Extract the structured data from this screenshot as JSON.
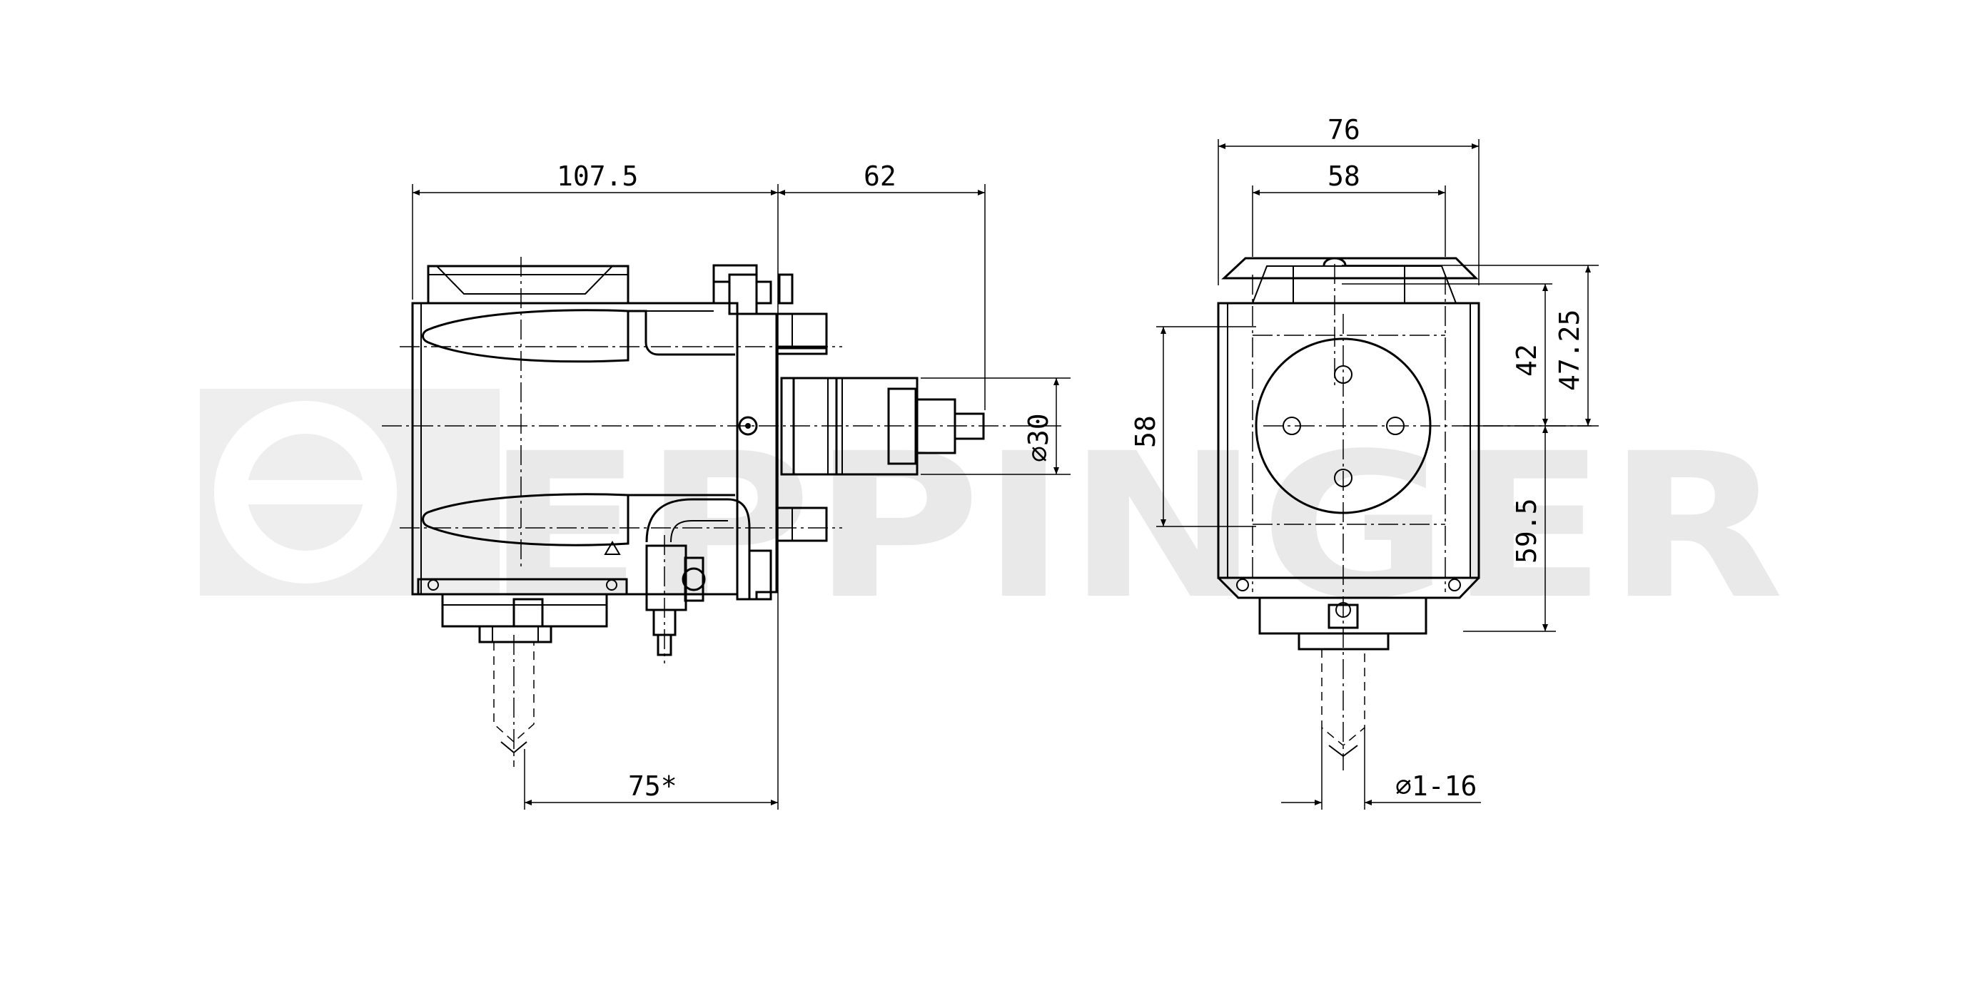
{
  "watermark": {
    "text": "EPPINGER",
    "color": "#e9e9e9"
  },
  "colors": {
    "line": "#000000",
    "background": "#ffffff"
  },
  "dimensions": {
    "side_width_top": "107.5",
    "side_extension": "62",
    "side_diameter": "⌀30",
    "side_bottom": "75*",
    "front_outer_width": "76",
    "front_inner_width": "58",
    "front_height": "58",
    "front_upper_42": "42",
    "front_upper_4725": "47.25",
    "front_lower": "59.5",
    "front_collet": "⌀1-16"
  }
}
